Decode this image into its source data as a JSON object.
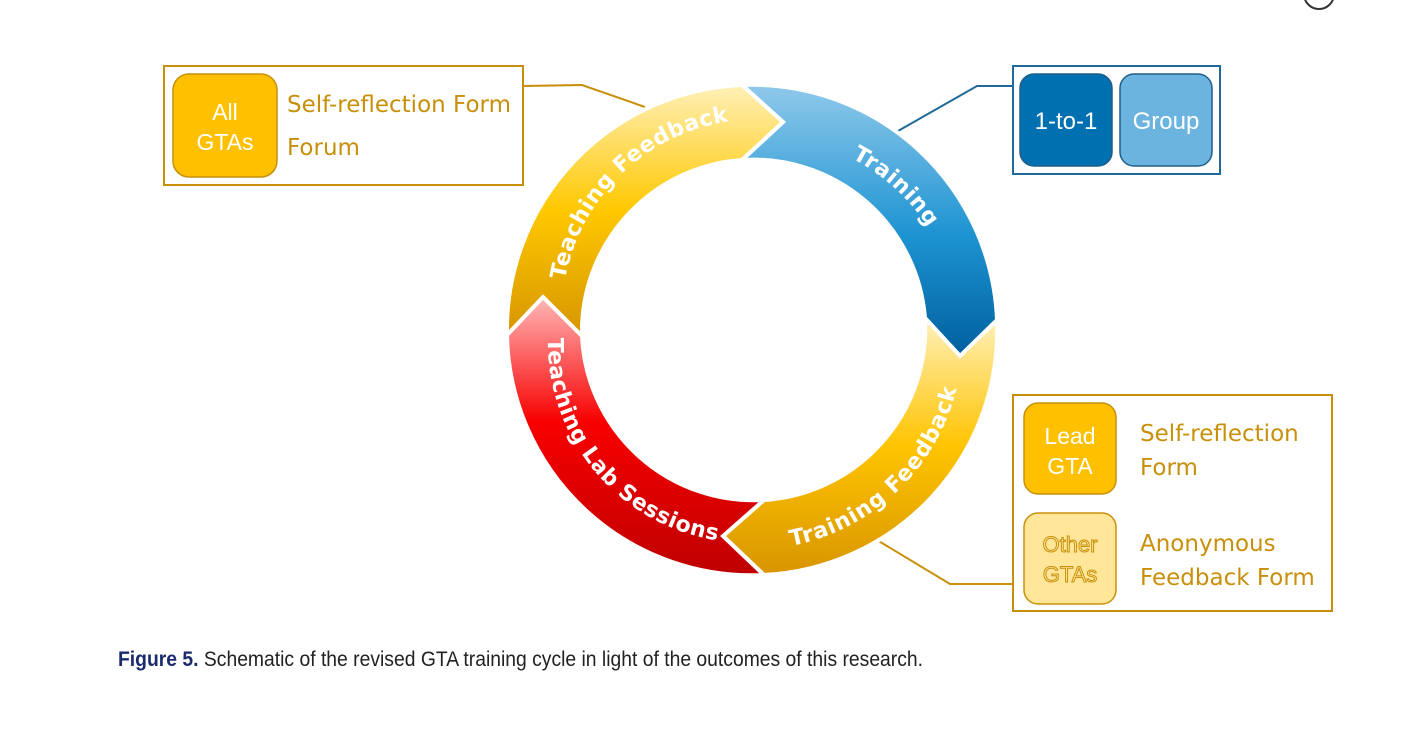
{
  "diagram": {
    "segments": [
      {
        "id": "teaching-feedback",
        "label": "Teaching Feedback",
        "colors": [
          "#FFEFB0",
          "#FFC800",
          "#D99700"
        ]
      },
      {
        "id": "training",
        "label": "Training",
        "colors": [
          "#8EC8EA",
          "#2A9AD6",
          "#0066A8"
        ]
      },
      {
        "id": "training-feedback",
        "label": "Training Feedback",
        "colors": [
          "#FFEDB0",
          "#FFC400",
          "#D89800"
        ]
      },
      {
        "id": "teaching-lab-sessions",
        "label": "Teaching Lab Sessions",
        "colors": [
          "#FFB0B0",
          "#F50000",
          "#C00000"
        ]
      }
    ],
    "callouts": {
      "top_left": {
        "badge": [
          "All",
          "GTAs"
        ],
        "items": [
          "Self-reflection Form",
          "Forum"
        ]
      },
      "top_right": {
        "badges": [
          "1-to-1",
          "Group"
        ]
      },
      "bottom_right": {
        "rows": [
          {
            "badge": [
              "Lead",
              "GTA"
            ],
            "text": [
              "Self-reflection",
              "Form"
            ]
          },
          {
            "badge": [
              "Other",
              "GTAs"
            ],
            "text": [
              "Anonymous",
              "Feedback Form"
            ]
          }
        ]
      }
    },
    "colors": {
      "gold": "#C8900A",
      "gold_fill": "#FFC000",
      "pale_gold": "#FFE699",
      "blue_dark": "#0070B0",
      "blue_light": "#6CB4E0",
      "blue_line": "#1F6A9A"
    }
  },
  "caption": {
    "label": "Figure 5.",
    "text": " Schematic of the revised GTA training cycle in light of the outcomes of this research."
  }
}
